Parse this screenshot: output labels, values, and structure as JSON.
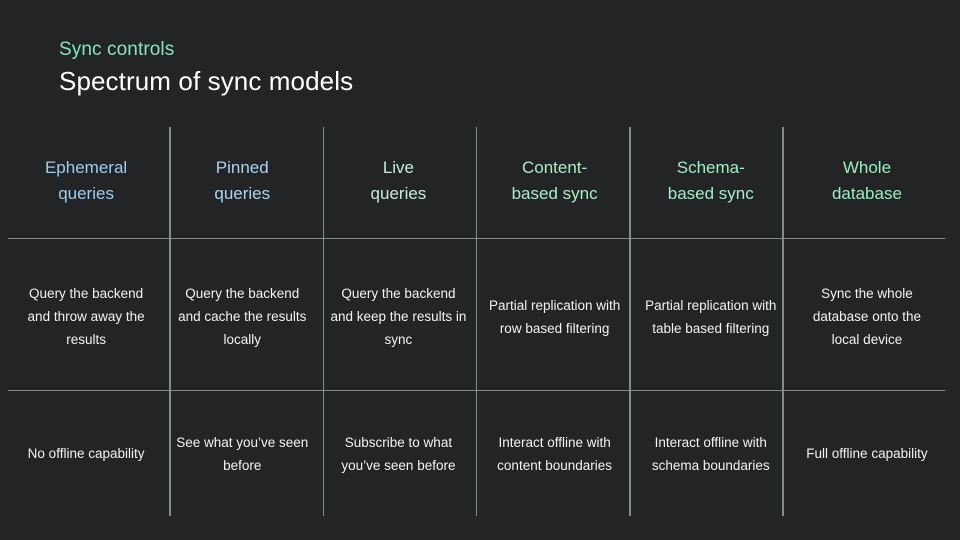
{
  "slide": {
    "eyebrow": "Sync controls",
    "headline": "Spectrum of sync models",
    "background_color": "#222426",
    "eyebrow_color": "#8ae3bd",
    "headline_color": "#ffffff",
    "grid_line_color": "#7e8f89"
  },
  "table": {
    "columns": [
      {
        "header": "Ephemeral\nqueries",
        "header_line1": "Ephemeral",
        "header_line2": "queries",
        "header_color": "#9ccdf2",
        "description": "Query the backend and throw away the results",
        "offline": "No offline capability"
      },
      {
        "header": "Pinned\nqueries",
        "header_line1": "Pinned",
        "header_line2": "queries",
        "header_color": "#a9d5ee",
        "description": "Query the backend and cache the results locally",
        "offline": "See what you’ve seen before"
      },
      {
        "header": "Live\nqueries",
        "header_line1": "Live",
        "header_line2": "queries",
        "header_color": "#c6ebe0",
        "description": "Query the backend and keep the results in sync",
        "offline": "Subscribe to what you’ve seen before"
      },
      {
        "header": "Content-\nbased sync",
        "header_line1": "Content-",
        "header_line2": "based sync",
        "header_color": "#a9eec8",
        "description": "Partial replication with row based filtering",
        "offline": "Interact offline with content boundaries"
      },
      {
        "header": "Schema-\nbased sync",
        "header_line1": "Schema-",
        "header_line2": "based sync",
        "header_color": "#9ff0c4",
        "description": "Partial replication with table based filtering",
        "offline": "Interact offline with schema boundaries"
      },
      {
        "header": "Whole\ndatabase",
        "header_line1": "Whole",
        "header_line2": "database",
        "header_color": "#97f0bf",
        "description": "Sync the whole database onto the local device",
        "offline": "Full offline capability"
      }
    ]
  }
}
